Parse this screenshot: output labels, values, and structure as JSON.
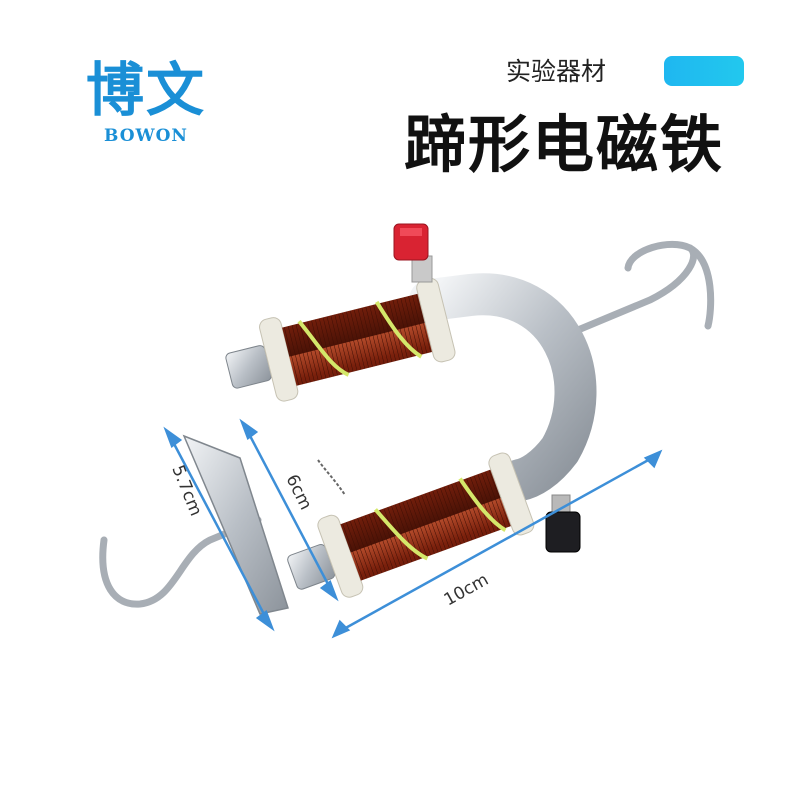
{
  "brand": {
    "name_cn": "博文",
    "name_en": "BOWON"
  },
  "header": {
    "category": "实验器材",
    "title": "蹄形电磁铁"
  },
  "dimensions": {
    "width": "10cm",
    "gap": "6cm",
    "plate": "5.7cm"
  },
  "colors": {
    "brand_blue": "#1a8fd6",
    "accent_cyan": "#1fb7f0",
    "arrow": "#3d8fd8",
    "coil": "#8a2a12"
  }
}
